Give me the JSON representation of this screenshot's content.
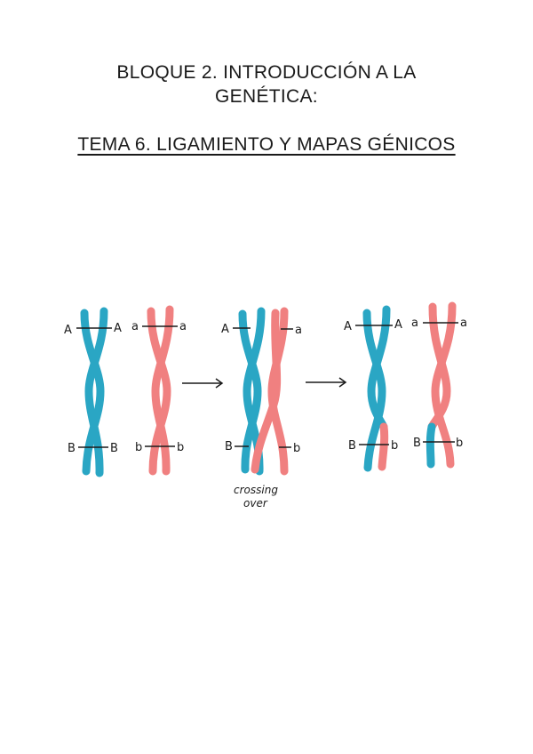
{
  "header": {
    "title_line1": "BLOQUE 2. INTRODUCCIÓN A LA",
    "title_line2": "GENÉTICA:",
    "subtitle": "TEMA 6. LIGAMIENTO Y MAPAS GÉNICOS"
  },
  "figure": {
    "colors": {
      "blue": "#2aa6c4",
      "pink": "#f08080",
      "ink": "#1a1a1a"
    },
    "labels": {
      "A": "A",
      "a": "a",
      "B": "B",
      "b": "b"
    },
    "caption_line1": "crossing",
    "caption_line2": "over"
  }
}
